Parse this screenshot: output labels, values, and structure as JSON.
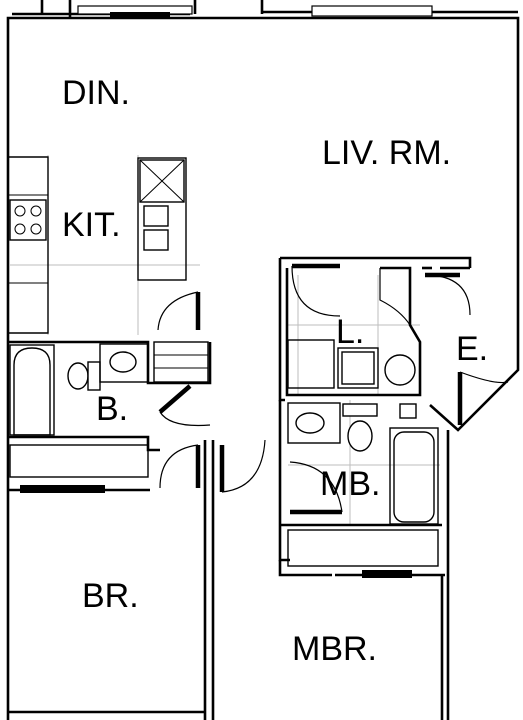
{
  "rooms": {
    "dining": "DIN.",
    "living": "LIV. RM.",
    "kitchen": "KIT.",
    "laundry": "L.",
    "entry": "E.",
    "bath": "B.",
    "master_bath": "MB.",
    "bedroom": "BR.",
    "master_bedroom": "MBR."
  }
}
